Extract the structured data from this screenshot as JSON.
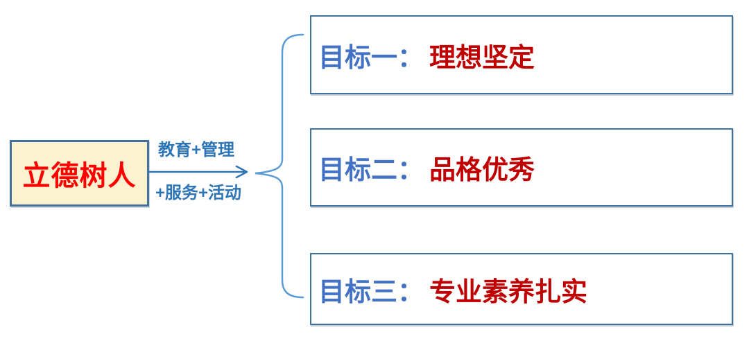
{
  "diagram": {
    "background": "#ffffff",
    "root_node": {
      "label": "立德树人",
      "text_color": "#FF0000",
      "fill_color": "#FDF2D0",
      "border_color": "#41719C"
    },
    "arrow": {
      "label_top": "教育+管理",
      "label_bottom": "+服务+活动",
      "color": "#2E75B6"
    },
    "brace": {
      "shape": "left-curly-brace",
      "color": "#5B9BD5"
    },
    "goals": [
      {
        "prefix": "目标一：",
        "text": "理想坚定"
      },
      {
        "prefix": "目标二：",
        "text": "品格优秀"
      },
      {
        "prefix": "目标三：",
        "text": "专业素养扎实"
      }
    ],
    "goal_style": {
      "prefix_color": "#4472C4",
      "text_color": "#C00000",
      "border_color": "#41719C"
    }
  }
}
